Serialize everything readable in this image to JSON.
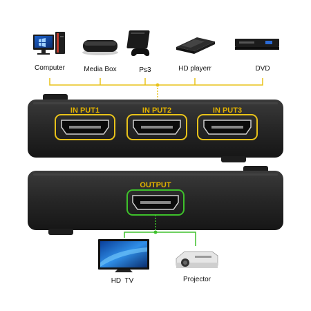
{
  "sources": [
    {
      "label": "Computer",
      "icon": "computer-icon"
    },
    {
      "label": "Media Box",
      "icon": "media-box-icon"
    },
    {
      "label": "Ps3",
      "icon": "game-console-icon"
    },
    {
      "label": "HD playerr",
      "icon": "hd-player-icon"
    },
    {
      "label": "DVD",
      "icon": "dvd-player-icon"
    }
  ],
  "switch": {
    "inputs": [
      "IN PUT1",
      "IN PUT2",
      "IN PUT3"
    ],
    "output": "OUTPUT"
  },
  "destinations": [
    {
      "label": "HD  TV",
      "icon": "tv-icon"
    },
    {
      "label": "Projector",
      "icon": "projector-icon"
    }
  ],
  "colors": {
    "input_highlight": "#e8c21a",
    "output_highlight": "#3ec12b",
    "device_body": "#262626"
  }
}
